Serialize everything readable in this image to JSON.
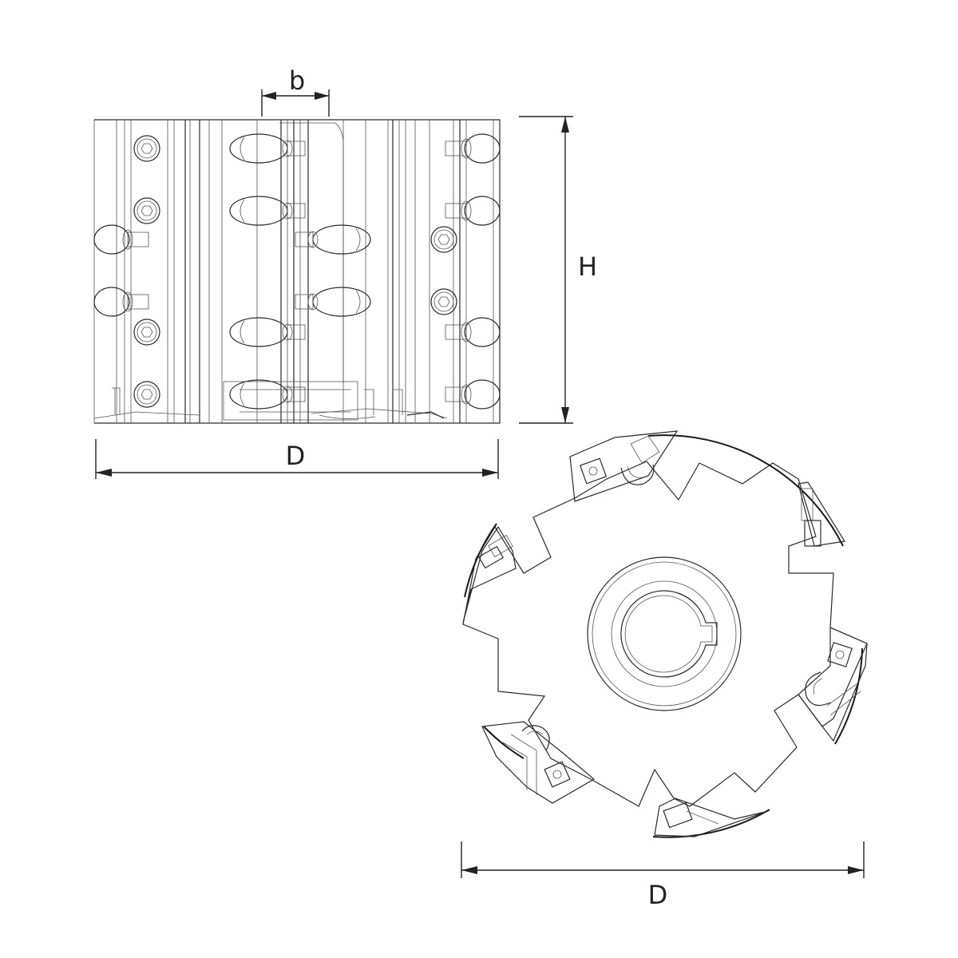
{
  "labels": {
    "b": "b",
    "H": "H",
    "D_side": "D",
    "D_front": "D"
  },
  "colors": {
    "line": "#2a2a2a",
    "background": "#ffffff"
  }
}
